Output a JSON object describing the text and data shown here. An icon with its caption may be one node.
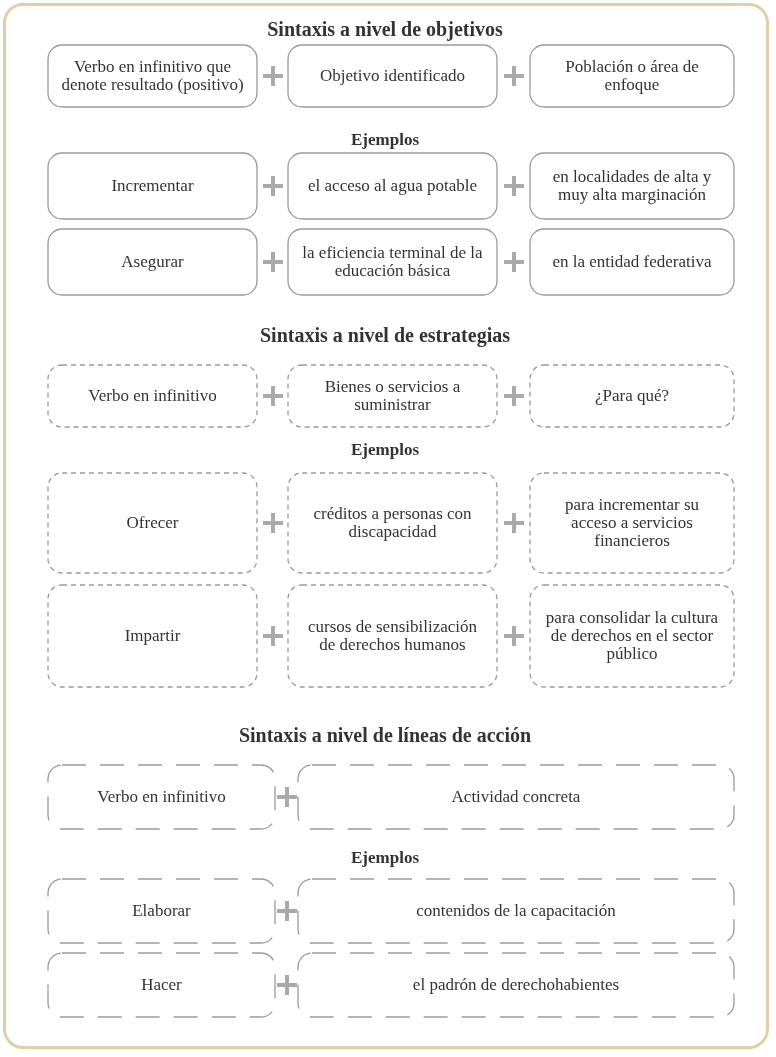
{
  "diagram": {
    "nodes": [
      {
        "text": [
          "Verbo en infinitivo que denote resultado (positivo)"
        ]
      },
      {
        "text": [
          "Objetivo identificado"
        ]
      },
      {
        "text": [
          "Población o área de enfoque"
        ]
      },
      {
        "text": [
          "Incrementar"
        ]
      },
      {
        "text": [
          "el acceso al agua potable"
        ]
      },
      {
        "text": [
          "en localidades de alta y muy alta marginación"
        ]
      },
      {
        "text": [
          "Asegurar"
        ]
      },
      {
        "text": [
          "la eficiencia terminal de la educación básica"
        ]
      },
      {
        "text": [
          "en la entidad federativa"
        ]
      },
      {
        "text": [
          "Verbo en infinitivo"
        ]
      },
      {
        "text": [
          "Bienes o servicios a suministrar"
        ]
      },
      {
        "text": [
          "¿Para qué?"
        ]
      },
      {
        "text": [
          "Ofrecer"
        ]
      },
      {
        "text": [
          "créditos a personas con discapacidad"
        ]
      },
      {
        "text": [
          "para incrementar su acceso a servicios financieros"
        ]
      },
      {
        "text": [
          "Impartir"
        ]
      },
      {
        "text": [
          "cursos de sensibilización de derechos humanos"
        ]
      },
      {
        "text": [
          "para consolidar la cultura de derechos en el sector público"
        ]
      },
      {
        "text": [
          "Verbo en infinitivo"
        ]
      },
      {
        "text": [
          "Actividad concreta"
        ]
      },
      {
        "text": [
          "Elaborar"
        ]
      },
      {
        "text": [
          "contenidos de la capacitación"
        ]
      },
      {
        "text": [
          "Hacer"
        ]
      },
      {
        "text": [
          "el padrón de derechohabientes"
        ]
      }
    ],
    "labels": [
      "Sintaxis a nivel de objetivos",
      "Ejemplos",
      "Sintaxis a nivel de estrategias",
      "Ejemplos",
      "Sintaxis a nivel de líneas de acción",
      "Ejemplos"
    ]
  }
}
